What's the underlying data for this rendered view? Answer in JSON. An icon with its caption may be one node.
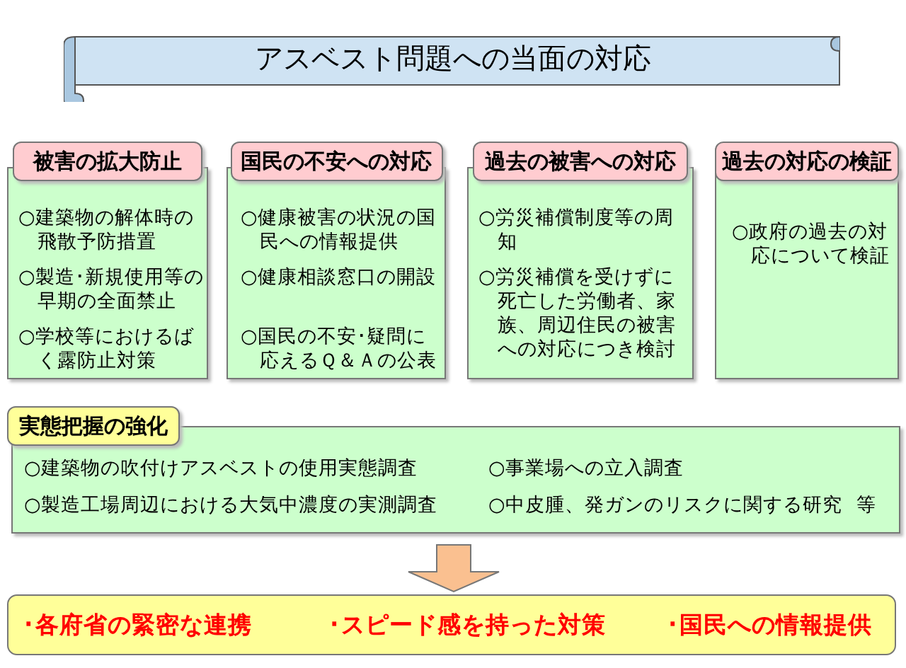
{
  "diagram": {
    "nodes": [
      {
        "text": [
          "アスベスト問題への当面の対応"
        ]
      },
      {
        "text": [
          "被害の拡大防止",
          "○建築物の解体時の飛散予防措置",
          "○製造･新規使用等の早期の全面禁止",
          "○学校等におけるばく露防止対策"
        ]
      },
      {
        "text": [
          "国民の不安への対応",
          "○健康被害の状況の国民への情報提供",
          "○健康相談窓口の開設",
          "○国民の不安･疑問に応えるＱ＆Ａの公表"
        ]
      },
      {
        "text": [
          "過去の被害への対応",
          "○労災補償制度等の周知",
          "○労災補償を受けずに死亡した労働者、家族、周辺住民の被害への対応につき検討"
        ]
      },
      {
        "text": [
          "過去の対応の検証",
          "○政府の過去の対応について検証"
        ]
      },
      {
        "text": [
          "実態把握の強化",
          "○建築物の吹付けアスベストの使用実態調査",
          "○事業場への立入調査",
          "○製造工場周辺における大気中濃度の実測調査",
          "○中皮腫、発ガンのリスクに関する研究",
          "等"
        ]
      },
      {
        "text": [
          "･各府省の緊密な連携",
          "･スピード感を持った対策",
          "･国民への情報提供"
        ]
      }
    ],
    "edges": [
      {
        "from": 5,
        "to": 6,
        "arrow": "to"
      }
    ]
  }
}
